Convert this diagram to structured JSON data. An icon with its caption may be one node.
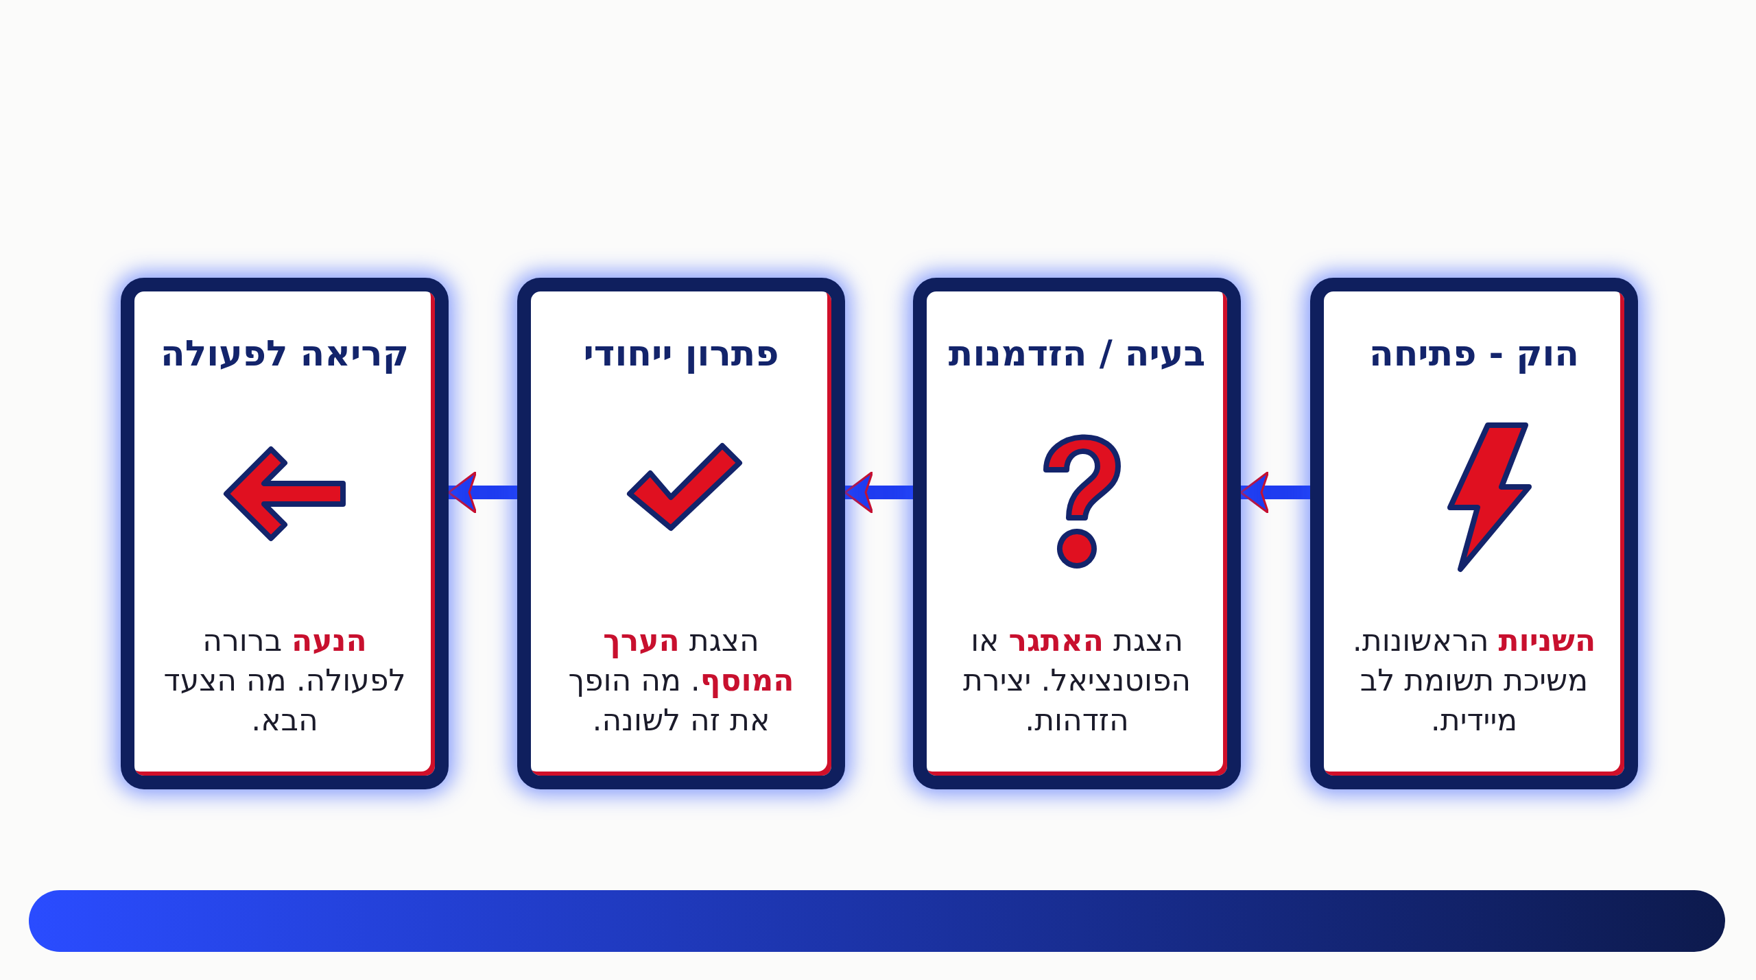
{
  "diagram": {
    "nodes": [
      {
        "text": [
          "הוק - פתיחה",
          "**השניות** הראשונות. משיכת תשומת לב מיידית."
        ]
      },
      {
        "text": [
          "בעיה / הזדמנות",
          "הצגת **האתגר** או הפוטנציאל. יצירת הזדהות."
        ]
      },
      {
        "text": [
          "פתרון ייחודי",
          "הצגת **הערך המוסף**. מה הופך את זה לשונה."
        ]
      },
      {
        "text": [
          "קריאה לפעולה",
          "**הנעה** ברורה לפעולה. מה הצעד הבא."
        ]
      }
    ],
    "edges": [
      {
        "from": 0,
        "to": 1,
        "arrow": "to"
      },
      {
        "from": 1,
        "to": 2,
        "arrow": "to"
      },
      {
        "from": 2,
        "to": 3,
        "arrow": "to"
      }
    ]
  }
}
